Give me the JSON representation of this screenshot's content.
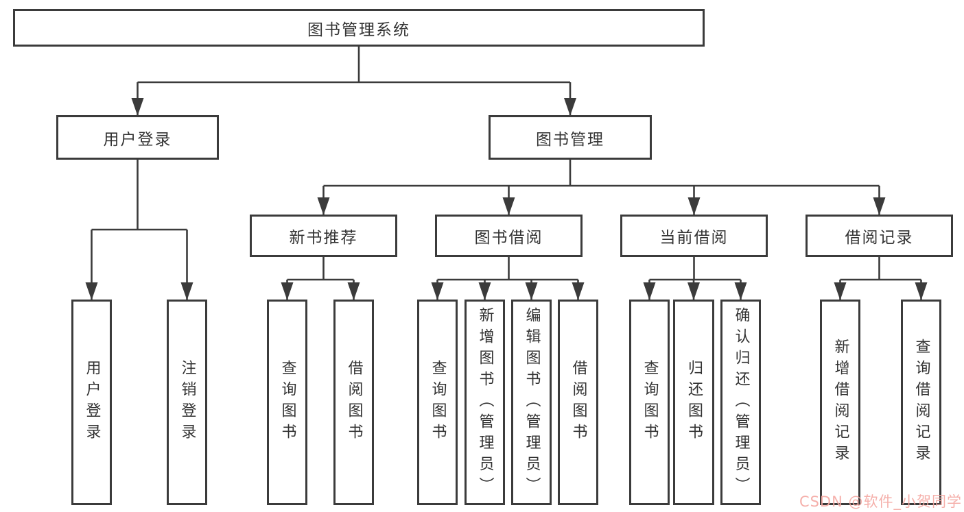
{
  "diagram": {
    "type": "hierarchy-tree",
    "root": {
      "label": "图书管理系统",
      "children": [
        {
          "label": "用户登录",
          "children": [
            {
              "label": "用户登录"
            },
            {
              "label": "注销登录"
            }
          ]
        },
        {
          "label": "图书管理",
          "children": [
            {
              "label": "新书推荐",
              "children": [
                {
                  "label": "查询图书"
                },
                {
                  "label": "借阅图书"
                }
              ]
            },
            {
              "label": "图书借阅",
              "children": [
                {
                  "label": "查询图书"
                },
                {
                  "label": "新增图书（管理员）"
                },
                {
                  "label": "编辑图书（管理员）"
                },
                {
                  "label": "借阅图书"
                }
              ]
            },
            {
              "label": "当前借阅",
              "children": [
                {
                  "label": "查询图书"
                },
                {
                  "label": "归还图书"
                },
                {
                  "label": "确认归还（管理员）"
                }
              ]
            },
            {
              "label": "借阅记录",
              "children": [
                {
                  "label": "新增借阅记录"
                },
                {
                  "label": "查询借阅记录"
                }
              ]
            }
          ]
        }
      ]
    }
  },
  "watermark": {
    "text": "CSDN @软件_小贺同学",
    "color": "#f5a8a2"
  },
  "colors": {
    "line": "#3b3b3b",
    "box_border": "#3b3b3b",
    "text": "#333333",
    "background": "#ffffff"
  }
}
